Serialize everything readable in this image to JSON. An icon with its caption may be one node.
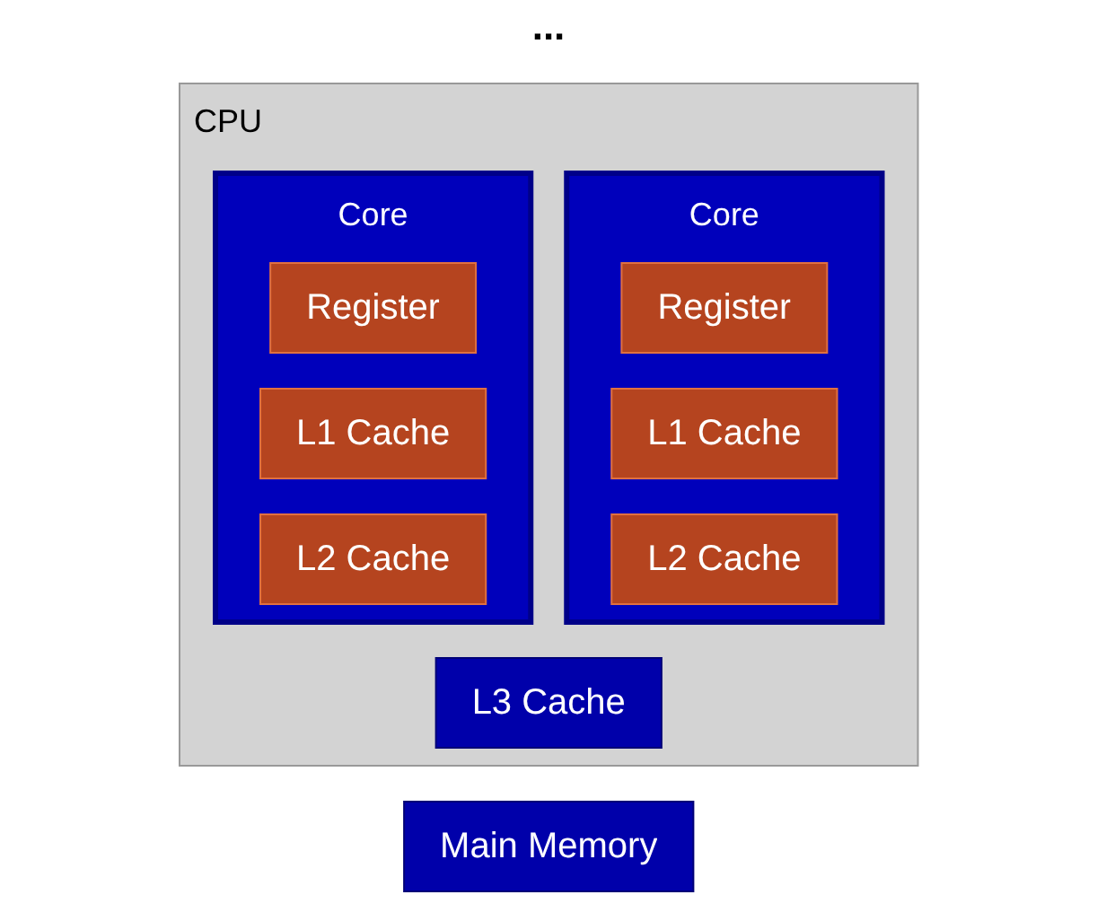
{
  "diagram": {
    "nodes": [
      {
        "text": [
          "CPU"
        ]
      },
      {
        "text": [
          "Core"
        ],
        "in": 0
      },
      {
        "text": [
          "Register"
        ],
        "in": 1
      },
      {
        "text": [
          "L1 Cache"
        ],
        "in": 1
      },
      {
        "text": [
          "L2 Cache"
        ],
        "in": 1
      },
      {
        "text": [
          "Core"
        ],
        "in": 0
      },
      {
        "text": [
          "Register"
        ],
        "in": 5
      },
      {
        "text": [
          "L1 Cache"
        ],
        "in": 5
      },
      {
        "text": [
          "L2 Cache"
        ],
        "in": 5
      },
      {
        "text": [
          "L3 Cache"
        ],
        "in": 0
      },
      {
        "text": [
          "Main Memory"
        ]
      }
    ],
    "labels": [
      "..."
    ]
  }
}
